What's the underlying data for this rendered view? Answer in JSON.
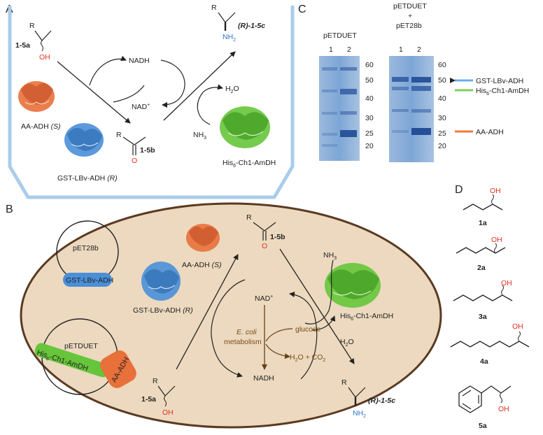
{
  "panels": {
    "A": "A",
    "B": "B",
    "C": "C",
    "D": "D"
  },
  "panel_a": {
    "r": "R",
    "oh": "OH",
    "label_1_5a": "1-5a",
    "nadh": "NADH",
    "nad_plus": "NAD",
    "nad_sup": "+",
    "h2o_h": "H",
    "h2o_sub": "2",
    "h2o_o": "O",
    "nh3_n": "NH",
    "nh3_sub": "3",
    "o": "O",
    "label_1_5b": "1-5b",
    "product_prefix": "(R)",
    "product_suffix": "-1-5c",
    "nh2_n": "NH",
    "nh2_sub": "2",
    "aa_adh": "AA-ADH",
    "aa_adh_s": "(S)",
    "gst_lbv": "GST-LBv-ADH",
    "gst_lbv_r": "(R)",
    "his_a": "His",
    "his_sub": "6",
    "his_b": "-Ch1-AmDH"
  },
  "panel_b": {
    "pet28b": "pET28b",
    "gst_lbv_adh": "GST-LBv-ADH",
    "pet_duet": "pETDUET",
    "his_gene_a": "His",
    "his_gene_sub": "6",
    "his_gene_b": "-Ch1-AmDH",
    "aa_adh_gene": "AA-ADH",
    "aa_adh": "AA-ADH",
    "aa_adh_s": "(S)",
    "gst_lbv": "GST-LBv-ADH",
    "gst_lbv_r": "(R)",
    "r": "R",
    "oh": "OH",
    "label_1_5a": "1-5a",
    "o": "O",
    "label_1_5b": "1-5b",
    "nad_plus": "NAD",
    "nad_sup": "+",
    "nadh": "NADH",
    "ecoli_1": "E. coli",
    "ecoli_2": "metabolism",
    "glucose": "glucose",
    "h2o_co2": "H",
    "h2o_co2_b": "O + CO",
    "sub2": "2",
    "nh3_n": "NH",
    "nh3_sub": "3",
    "h2o_h": "H",
    "h2o_sub": "2",
    "h2o_o": "O",
    "his_a": "His",
    "his_sub": "6",
    "his_b": "-Ch1-AmDH",
    "product_prefix": "(R)",
    "product_suffix": "-1-5c",
    "nh2_n": "NH",
    "nh2_sub": "2"
  },
  "panel_c": {
    "gel1_title": "pETDUET",
    "gel2_title_1": "pETDUET",
    "gel2_title_2": "+",
    "gel2_title_3": "pET28b",
    "lane1": "1",
    "lane2": "2",
    "markers": [
      "60",
      "50",
      "40",
      "30",
      "25",
      "20"
    ],
    "legend": [
      {
        "label": "GST-LBv-ADH",
        "color": "#6aaee8"
      },
      {
        "label_a": "His",
        "label_sub": "6",
        "label_b": "-Ch1-AmDH",
        "color": "#7ed15a"
      },
      {
        "label": "AA-ADH",
        "color": "#f07840"
      }
    ]
  },
  "panel_d": {
    "compounds": [
      {
        "label": "1a",
        "oh": "OH"
      },
      {
        "label": "2a",
        "oh": "OH"
      },
      {
        "label": "3a",
        "oh": "OH"
      },
      {
        "label": "4a",
        "oh": "OH"
      },
      {
        "label": "5a",
        "oh": "OH"
      }
    ]
  },
  "colors": {
    "container": "#a9cdea",
    "cell_fill": "#ecd9bf",
    "cell_stroke": "#5a3a22",
    "gst_blue": "#4a8fd8",
    "aa_orange": "#e8703a",
    "his_green": "#66c53a",
    "hydroxyl_red": "#e03020",
    "amine_blue": "#2f74c9"
  }
}
